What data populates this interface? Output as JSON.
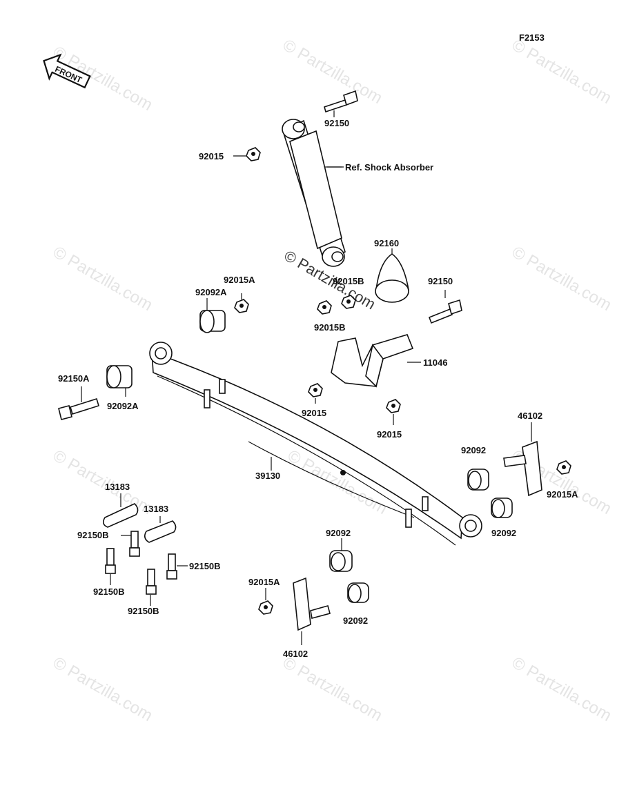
{
  "figure_id": "F2153",
  "front_label": "FRONT",
  "watermark": "© Partzilla.com",
  "labels": {
    "p92150_top": "92150",
    "p92015_top": "92015",
    "ref_shock": "Ref. Shock Absorber",
    "p92160": "92160",
    "p92150_right": "92150",
    "p92015A_top": "92015A",
    "p92092A_top": "92092A",
    "p92015B_a": "92015B",
    "p92015B_b": "92015B",
    "p11046": "11046",
    "p92150A": "92150A",
    "p92092A_left": "92092A",
    "p92015_mid": "92015",
    "p92015_mid2": "92015",
    "p46102_right": "46102",
    "p92092_r1": "92092",
    "p92015A_right": "92015A",
    "p92092_r2": "92092",
    "p39130": "39130",
    "p13183_a": "13183",
    "p13183_b": "13183",
    "p92150B_a": "92150B",
    "p92150B_b": "92150B",
    "p92150B_c": "92150B",
    "p92150B_d": "92150B",
    "p92092_b1": "92092",
    "p92015A_bottom": "92015A",
    "p92092_b2": "92092",
    "p46102_bottom": "46102"
  }
}
